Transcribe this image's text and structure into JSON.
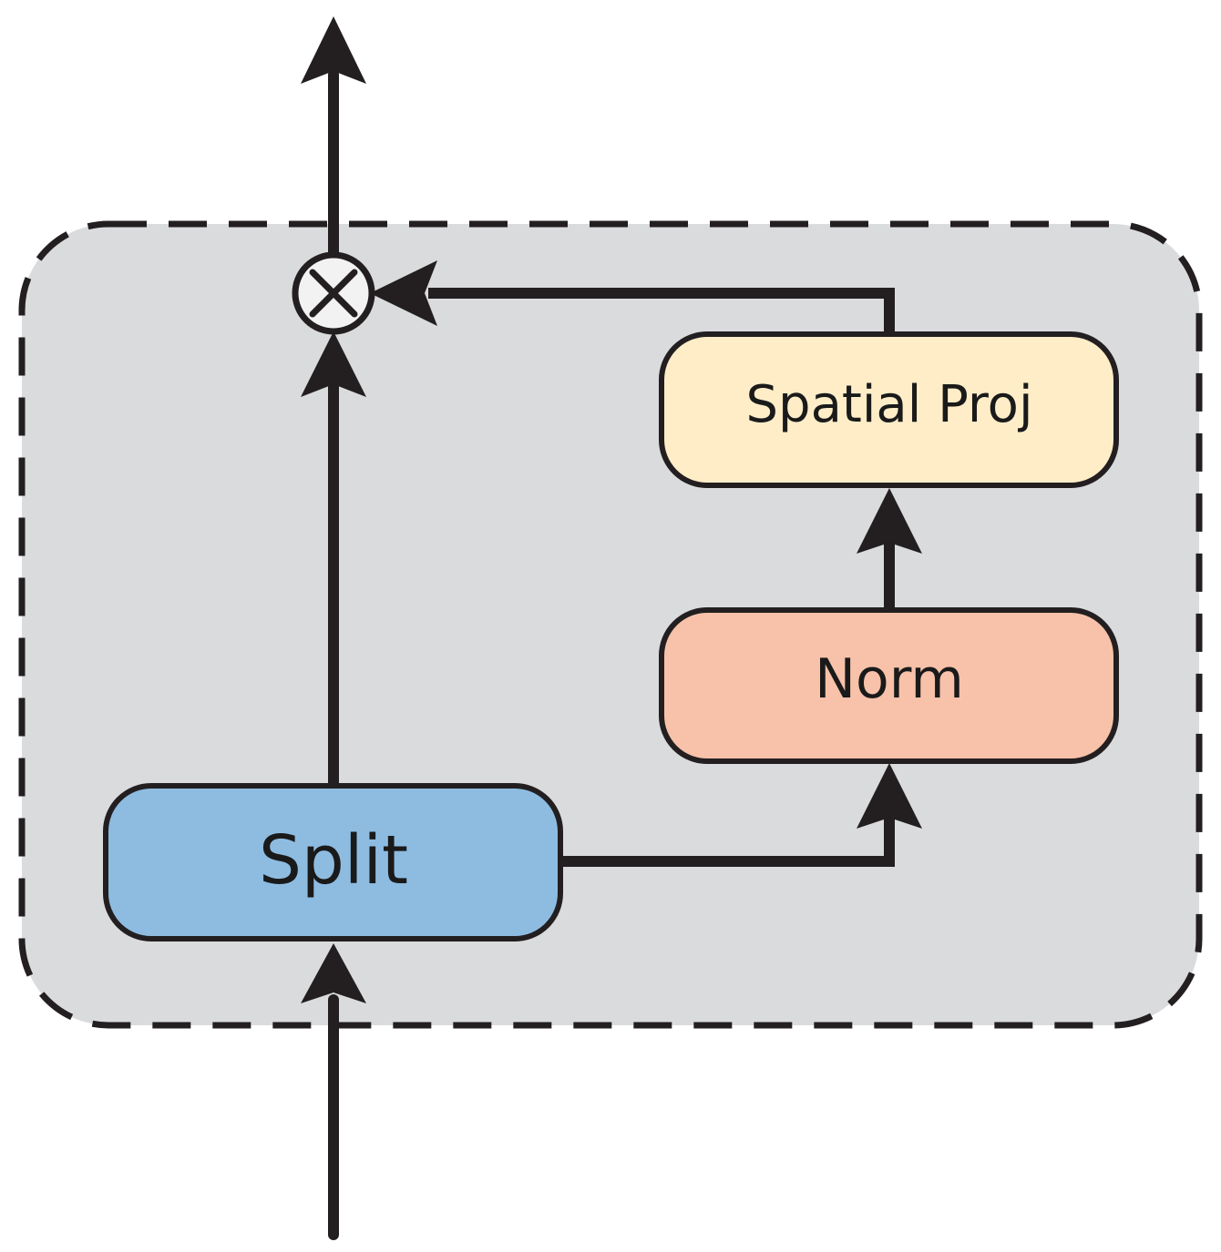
{
  "nodes": {
    "split": {
      "label": "Split",
      "fill": "#8ebce1"
    },
    "norm": {
      "label": "Norm",
      "fill": "#f7c2a9"
    },
    "spatial_proj": {
      "label": "Spatial Proj",
      "fill": "#ffedc8"
    }
  },
  "operators": {
    "multiply": {
      "symbol": "multiply",
      "fill": "#f2f2f2"
    }
  },
  "container": {
    "fill": "#dadbdd",
    "border": "dashed"
  },
  "colors": {
    "line": "#231f20"
  },
  "edges": [
    {
      "from": "input",
      "to": "split"
    },
    {
      "from": "split",
      "to": "multiply"
    },
    {
      "from": "split",
      "to": "norm"
    },
    {
      "from": "norm",
      "to": "spatial_proj"
    },
    {
      "from": "spatial_proj",
      "to": "multiply"
    },
    {
      "from": "multiply",
      "to": "output"
    }
  ]
}
